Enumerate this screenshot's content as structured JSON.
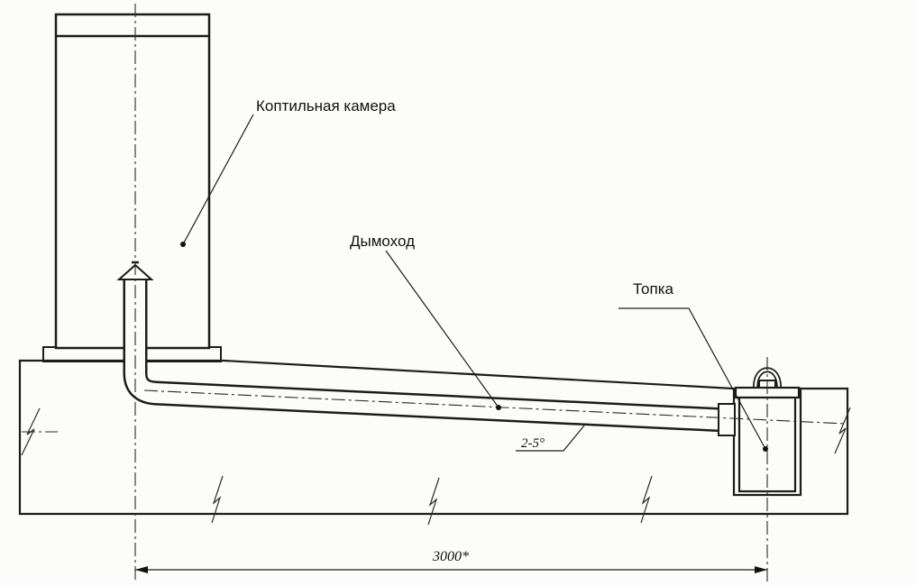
{
  "labels": {
    "chamber": "Коптильная камера",
    "chimney": "Дымоход",
    "firebox": "Топка"
  },
  "annotations": {
    "length_dimension": "3000*",
    "slope_angle": "2-5°"
  },
  "colors": {
    "background": "#fcfcfb",
    "line": "#1c1c1c",
    "hatch": "#707070"
  }
}
